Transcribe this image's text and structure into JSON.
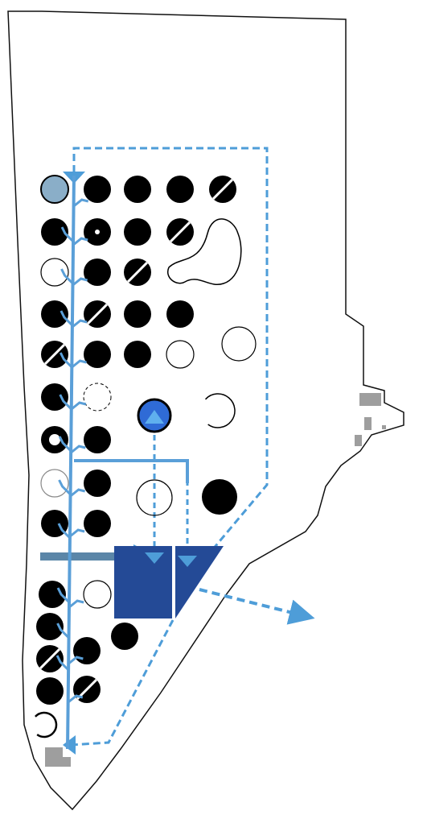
{
  "colors": {
    "background": "#ffffff",
    "boundary": "#111111",
    "plot": "#000000",
    "pipe": "#5a9fd8",
    "flow_dashed": "#4e9dd8",
    "tank": "#244a96",
    "tank_highlight": "#2f6bd6",
    "source": "#8aaec8",
    "outlet_bar": "#5b86a8",
    "building": "#9e9e9e"
  },
  "legend": {},
  "plots": [
    {
      "type": "source"
    },
    {
      "type": "solid"
    },
    {
      "type": "solid"
    },
    {
      "type": "solid"
    },
    {
      "type": "slashed"
    },
    {
      "type": "solid"
    },
    {
      "type": "dot"
    },
    {
      "type": "solid"
    },
    {
      "type": "slashed"
    },
    {
      "type": "outline"
    },
    {
      "type": "solid"
    },
    {
      "type": "slashed"
    },
    {
      "type": "solid"
    },
    {
      "type": "slashed"
    },
    {
      "type": "solid"
    },
    {
      "type": "solid"
    },
    {
      "type": "slashed"
    },
    {
      "type": "solid"
    },
    {
      "type": "solid"
    },
    {
      "type": "outline"
    },
    {
      "type": "outline"
    },
    {
      "type": "solid"
    },
    {
      "type": "dashed"
    },
    {
      "type": "tank-highlight"
    },
    {
      "type": "open-arc"
    },
    {
      "type": "ring"
    },
    {
      "type": "solid"
    },
    {
      "type": "outline-light"
    },
    {
      "type": "solid"
    },
    {
      "type": "outline"
    },
    {
      "type": "solid"
    },
    {
      "type": "solid"
    },
    {
      "type": "solid"
    },
    {
      "type": "solid"
    },
    {
      "type": "outline"
    },
    {
      "type": "solid"
    },
    {
      "type": "solid"
    },
    {
      "type": "slashed"
    },
    {
      "type": "solid"
    },
    {
      "type": "solid"
    },
    {
      "type": "slashed"
    },
    {
      "type": "open-arc-small"
    }
  ]
}
